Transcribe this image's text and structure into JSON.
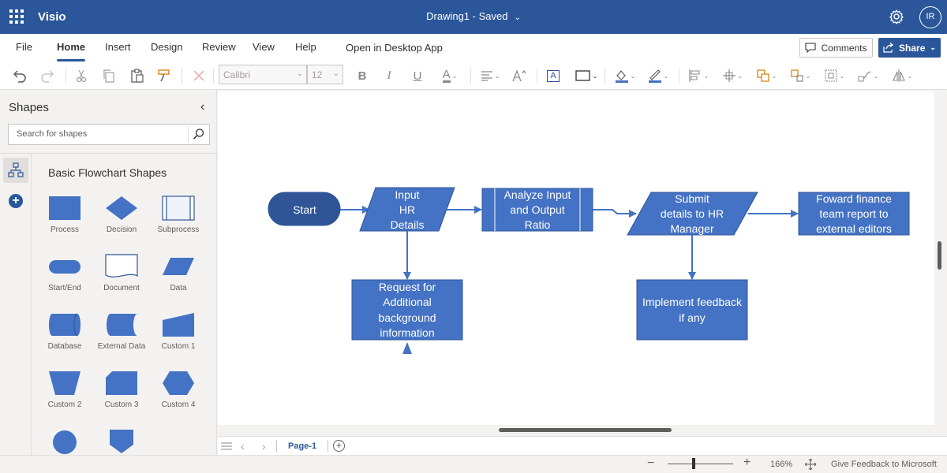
{
  "app": {
    "name": "Visio",
    "document_title": "Drawing1",
    "save_status": "Saved",
    "title_separator": " - ",
    "user_initials": "IR",
    "accent_color": "#2b579a"
  },
  "menu": {
    "tabs": [
      "File",
      "Home",
      "Insert",
      "Design",
      "Review",
      "View",
      "Help",
      "Open in Desktop App"
    ],
    "active_tab": "Home",
    "comments_label": "Comments",
    "share_label": "Share"
  },
  "toolbar": {
    "font_name": "Calibri",
    "font_size": "12",
    "buttons": [
      "undo",
      "redo",
      "cut",
      "copy",
      "paste",
      "format-painter",
      "clear-formatting",
      "bold",
      "italic",
      "underline",
      "font-color",
      "align",
      "text-size",
      "text-box",
      "shape-style",
      "fill",
      "line",
      "position",
      "align-shapes",
      "arrange",
      "group",
      "container",
      "connector",
      "rotate"
    ],
    "bold_glyph": "B",
    "italic_glyph": "I",
    "underline_glyph": "U",
    "font_color_glyph": "A",
    "text_box_glyph": "A"
  },
  "shapes_pane": {
    "title": "Shapes",
    "search_placeholder": "Search for shapes",
    "stencil_name": "Basic Flowchart Shapes",
    "shapes": [
      {
        "label": "Process",
        "icon": "process-shape"
      },
      {
        "label": "Decision",
        "icon": "decision-shape"
      },
      {
        "label": "Subprocess",
        "icon": "subprocess-shape"
      },
      {
        "label": "Start/End",
        "icon": "start-end-shape"
      },
      {
        "label": "Document",
        "icon": "document-shape"
      },
      {
        "label": "Data",
        "icon": "data-shape"
      },
      {
        "label": "Database",
        "icon": "database-shape"
      },
      {
        "label": "External Data",
        "icon": "external-data-shape"
      },
      {
        "label": "Custom 1",
        "icon": "custom1-shape"
      },
      {
        "label": "Custom 2",
        "icon": "custom2-shape"
      },
      {
        "label": "Custom 3",
        "icon": "custom3-shape"
      },
      {
        "label": "Custom 4",
        "icon": "custom4-shape"
      },
      {
        "label": "",
        "icon": "circle-shape"
      },
      {
        "label": "",
        "icon": "offpage-shape"
      }
    ]
  },
  "diagram": {
    "shape_fill": "#4472c4",
    "shape_stroke": "#2f5597",
    "nodes": {
      "start": [
        "Start"
      ],
      "input": [
        "Input",
        "HR",
        "Details"
      ],
      "analyze": [
        "Analyze Input",
        "and Output",
        "Ratio"
      ],
      "submit": [
        "Submit",
        "details to HR",
        "Manager"
      ],
      "forward": [
        "Foward finance",
        "team report to",
        "external editors"
      ],
      "request": [
        "Request for",
        "Additional",
        "background",
        "information"
      ],
      "implement": [
        "Implement feedback",
        "if any"
      ]
    }
  },
  "pagebar": {
    "page_tab": "Page-1"
  },
  "status": {
    "zoom_level": "166%",
    "zoom_slider_fraction": 0.4,
    "feedback_label": "Give Feedback to Microsoft"
  }
}
